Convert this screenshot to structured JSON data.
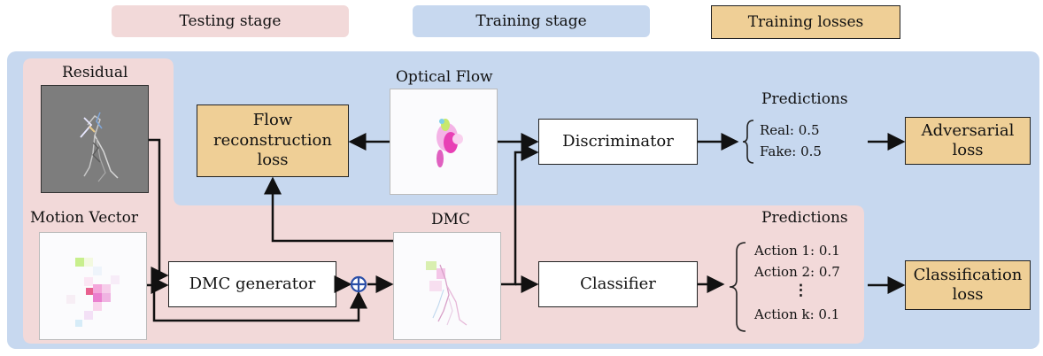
{
  "legend": {
    "testing": "Testing stage",
    "training": "Training stage",
    "losses": "Training losses"
  },
  "colors": {
    "testing_bg": "#f2d9d9",
    "training_bg": "#c7d8ef",
    "loss_bg": "#efcf96",
    "plus_node": "#2b4fa8"
  },
  "images": {
    "residual": "Residual",
    "optical_flow": "Optical Flow",
    "motion_vector": "Motion Vector",
    "dmc": "DMC"
  },
  "modules": {
    "flow_loss": "Flow reconstruction loss",
    "discriminator": "Discriminator",
    "adversarial_loss": "Adversarial loss",
    "dmc_generator": "DMC generator",
    "classifier": "Classifier",
    "classification_loss": "Classification loss"
  },
  "predictions_top": {
    "title": "Predictions",
    "items": [
      "Real: 0.5",
      "Fake: 0.5"
    ]
  },
  "predictions_bottom": {
    "title": "Predictions",
    "items": [
      "Action 1: 0.1",
      "Action 2: 0.7",
      "⋮",
      "Action k: 0.1"
    ]
  },
  "icons": {
    "plus": "circle-plus-icon",
    "brace": "left-brace-icon"
  }
}
